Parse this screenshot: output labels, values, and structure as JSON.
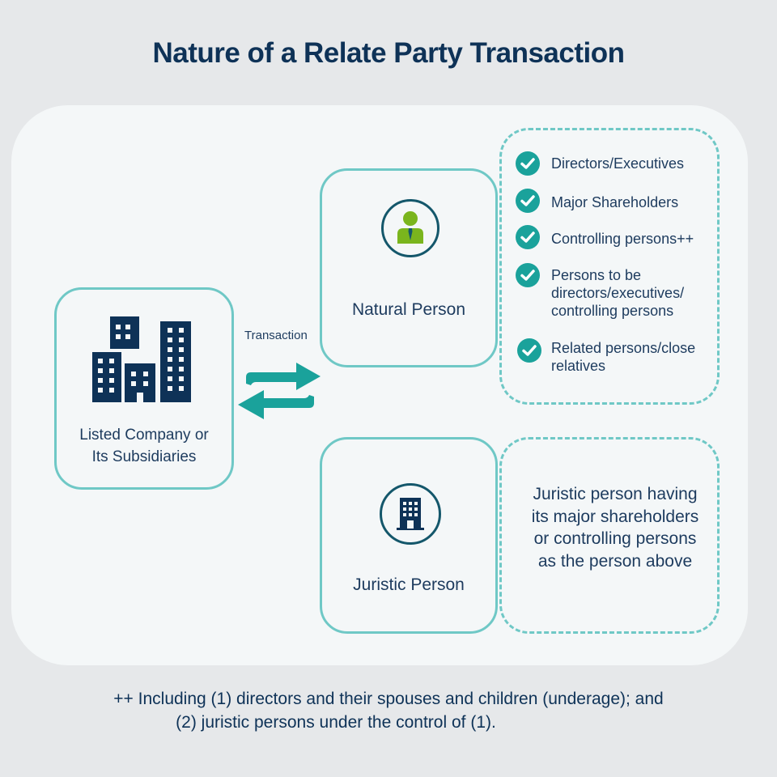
{
  "title": "Nature of a Relate Party Transaction",
  "listed_company": {
    "label_line1": "Listed Company or",
    "label_line2": "Its Subsidiaries",
    "icon": "office-buildings-icon"
  },
  "transaction": {
    "label": "Transaction",
    "icon": "swap-arrows-icon"
  },
  "natural_person": {
    "label": "Natural Person",
    "icon": "person-icon",
    "items": [
      {
        "lines": [
          "Directors/Executives"
        ]
      },
      {
        "lines": [
          "Major Shareholders"
        ]
      },
      {
        "lines": [
          "Controlling persons++"
        ]
      },
      {
        "lines": [
          "Persons to be",
          "directors/executives/",
          "controlling persons"
        ]
      },
      {
        "lines": [
          "Related persons/close",
          "relatives"
        ]
      }
    ]
  },
  "juristic_person": {
    "label": "Juristic Person",
    "icon": "building-icon",
    "description_lines": [
      "Juristic person having",
      "its major shareholders",
      "or controlling persons",
      "as the person above"
    ]
  },
  "footnote": {
    "line1": "++ Including (1) directors and their spouses and children (underage); and",
    "line2": "(2) juristic persons under the control of (1)."
  },
  "colors": {
    "navy": "#0e3257",
    "teal": "#1aa29b",
    "teal_border": "#6fc8c6",
    "person_green": "#7ab51d"
  }
}
